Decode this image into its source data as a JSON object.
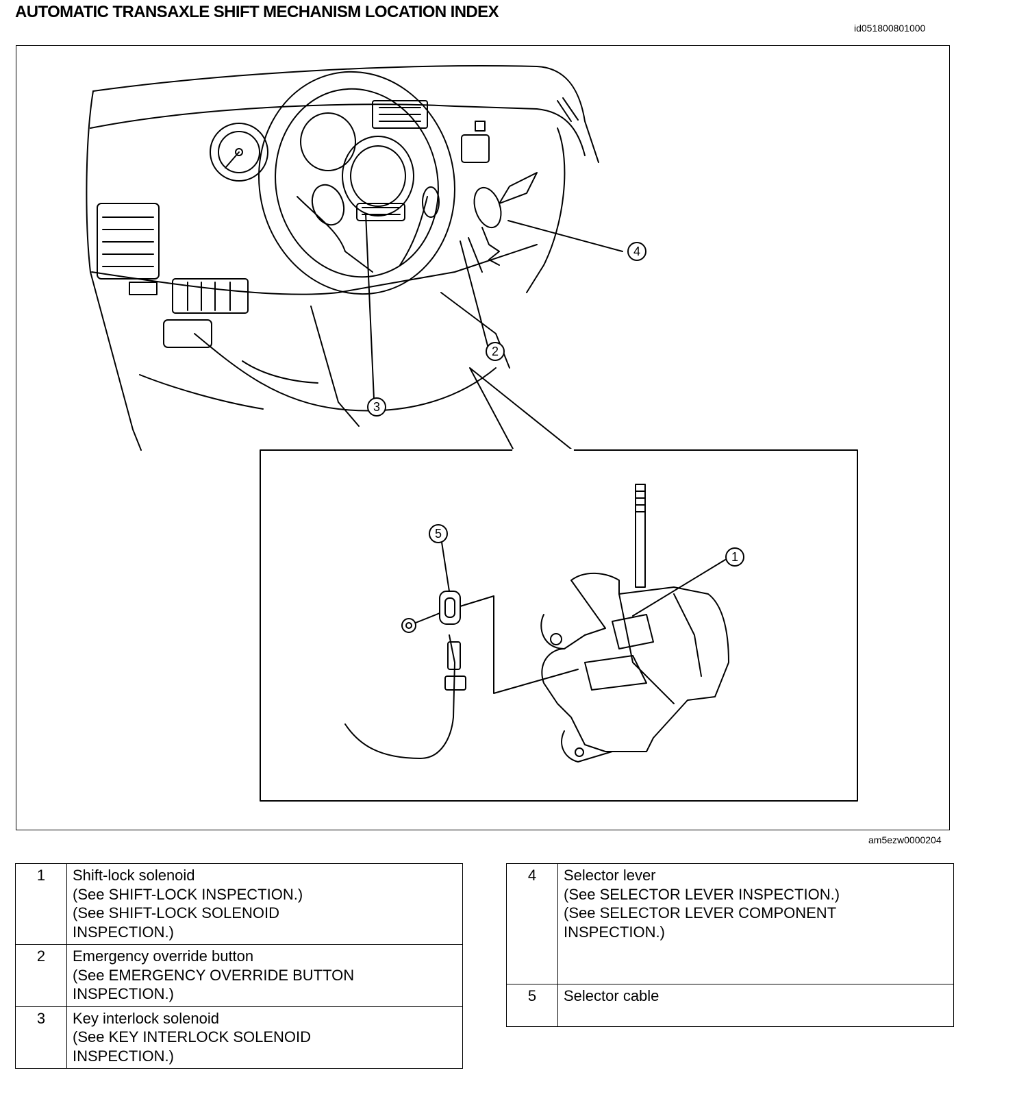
{
  "header": {
    "title": "AUTOMATIC TRANSAXLE SHIFT MECHANISM LOCATION INDEX",
    "doc_id": "id051800801000"
  },
  "figure": {
    "figure_id": "am5ezw0000204",
    "callouts": [
      "1",
      "2",
      "3",
      "4",
      "5"
    ]
  },
  "index_left": [
    {
      "num": "1",
      "lines": [
        "Shift-lock solenoid",
        "(See SHIFT-LOCK INSPECTION.)",
        "(See SHIFT-LOCK SOLENOID",
        "INSPECTION.)"
      ]
    },
    {
      "num": "2",
      "lines": [
        "Emergency override button",
        "(See EMERGENCY OVERRIDE BUTTON",
        "INSPECTION.)"
      ]
    },
    {
      "num": "3",
      "lines": [
        "Key interlock solenoid",
        "(See KEY INTERLOCK SOLENOID",
        "INSPECTION.)"
      ]
    }
  ],
  "index_right": [
    {
      "num": "4",
      "lines": [
        "Selector lever",
        "(See SELECTOR LEVER INSPECTION.)",
        "(See SELECTOR LEVER COMPONENT",
        "INSPECTION.)"
      ]
    },
    {
      "num": "5",
      "lines": [
        "Selector cable"
      ]
    }
  ]
}
